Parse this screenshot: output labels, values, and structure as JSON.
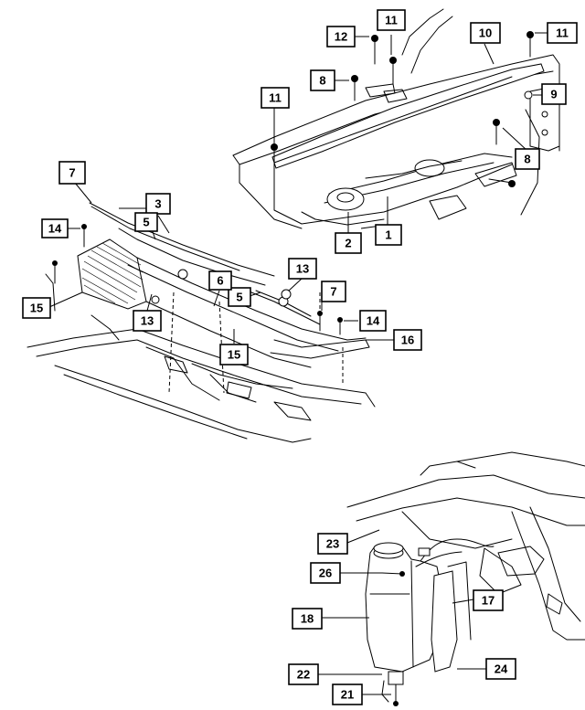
{
  "callouts": [
    {
      "id": "c1",
      "label": "1"
    },
    {
      "id": "c2",
      "label": "2"
    },
    {
      "id": "c3",
      "label": "3"
    },
    {
      "id": "c5a",
      "label": "5"
    },
    {
      "id": "c5b",
      "label": "5"
    },
    {
      "id": "c6",
      "label": "6"
    },
    {
      "id": "c7a",
      "label": "7"
    },
    {
      "id": "c7b",
      "label": "7"
    },
    {
      "id": "c8a",
      "label": "8"
    },
    {
      "id": "c8b",
      "label": "8"
    },
    {
      "id": "c9",
      "label": "9"
    },
    {
      "id": "c10",
      "label": "10"
    },
    {
      "id": "c11a",
      "label": "11"
    },
    {
      "id": "c11b",
      "label": "11"
    },
    {
      "id": "c11c",
      "label": "11"
    },
    {
      "id": "c12",
      "label": "12"
    },
    {
      "id": "c13a",
      "label": "13"
    },
    {
      "id": "c13b",
      "label": "13"
    },
    {
      "id": "c14a",
      "label": "14"
    },
    {
      "id": "c14b",
      "label": "14"
    },
    {
      "id": "c15a",
      "label": "15"
    },
    {
      "id": "c15b",
      "label": "15"
    },
    {
      "id": "c16",
      "label": "16"
    },
    {
      "id": "c17",
      "label": "17"
    },
    {
      "id": "c18",
      "label": "18"
    },
    {
      "id": "c21",
      "label": "21"
    },
    {
      "id": "c22",
      "label": "22"
    },
    {
      "id": "c23",
      "label": "23"
    },
    {
      "id": "c24",
      "label": "24"
    },
    {
      "id": "c26",
      "label": "26"
    }
  ]
}
